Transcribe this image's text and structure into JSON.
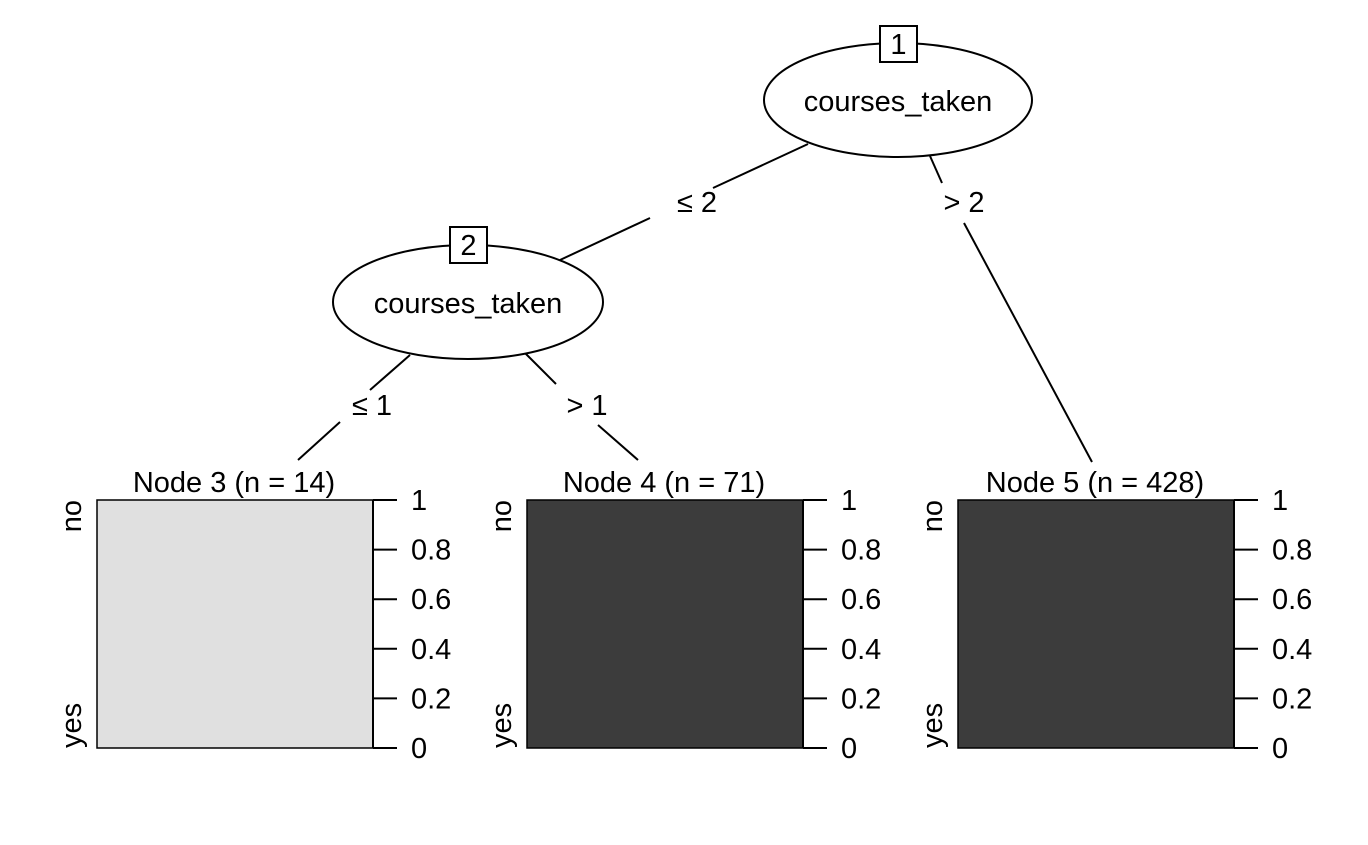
{
  "tree": {
    "inner_nodes": [
      {
        "id_label": "1",
        "variable": "courses_taken"
      },
      {
        "id_label": "2",
        "variable": "courses_taken"
      }
    ],
    "edges": [
      {
        "label": "≤ 2"
      },
      {
        "label": "> 2"
      },
      {
        "label": "≤ 1"
      },
      {
        "label": "> 1"
      }
    ],
    "terminal_nodes": [
      {
        "title": "Node 3 (n = 14)",
        "yes_fraction": 0.0,
        "fill": "#e0e0e0"
      },
      {
        "title": "Node 4 (n = 71)",
        "yes_fraction": 1.0,
        "fill": "#3c3c3c"
      },
      {
        "title": "Node 5 (n = 428)",
        "yes_fraction": 1.0,
        "fill": "#3c3c3c"
      }
    ],
    "class_labels": {
      "top": "no",
      "bottom": "yes"
    },
    "axis_ticks": [
      "0",
      "0.2",
      "0.4",
      "0.6",
      "0.8",
      "1"
    ]
  },
  "colors": {
    "line": "#000000",
    "yes_color": "#3c3c3c",
    "no_color": "#e0e0e0"
  }
}
